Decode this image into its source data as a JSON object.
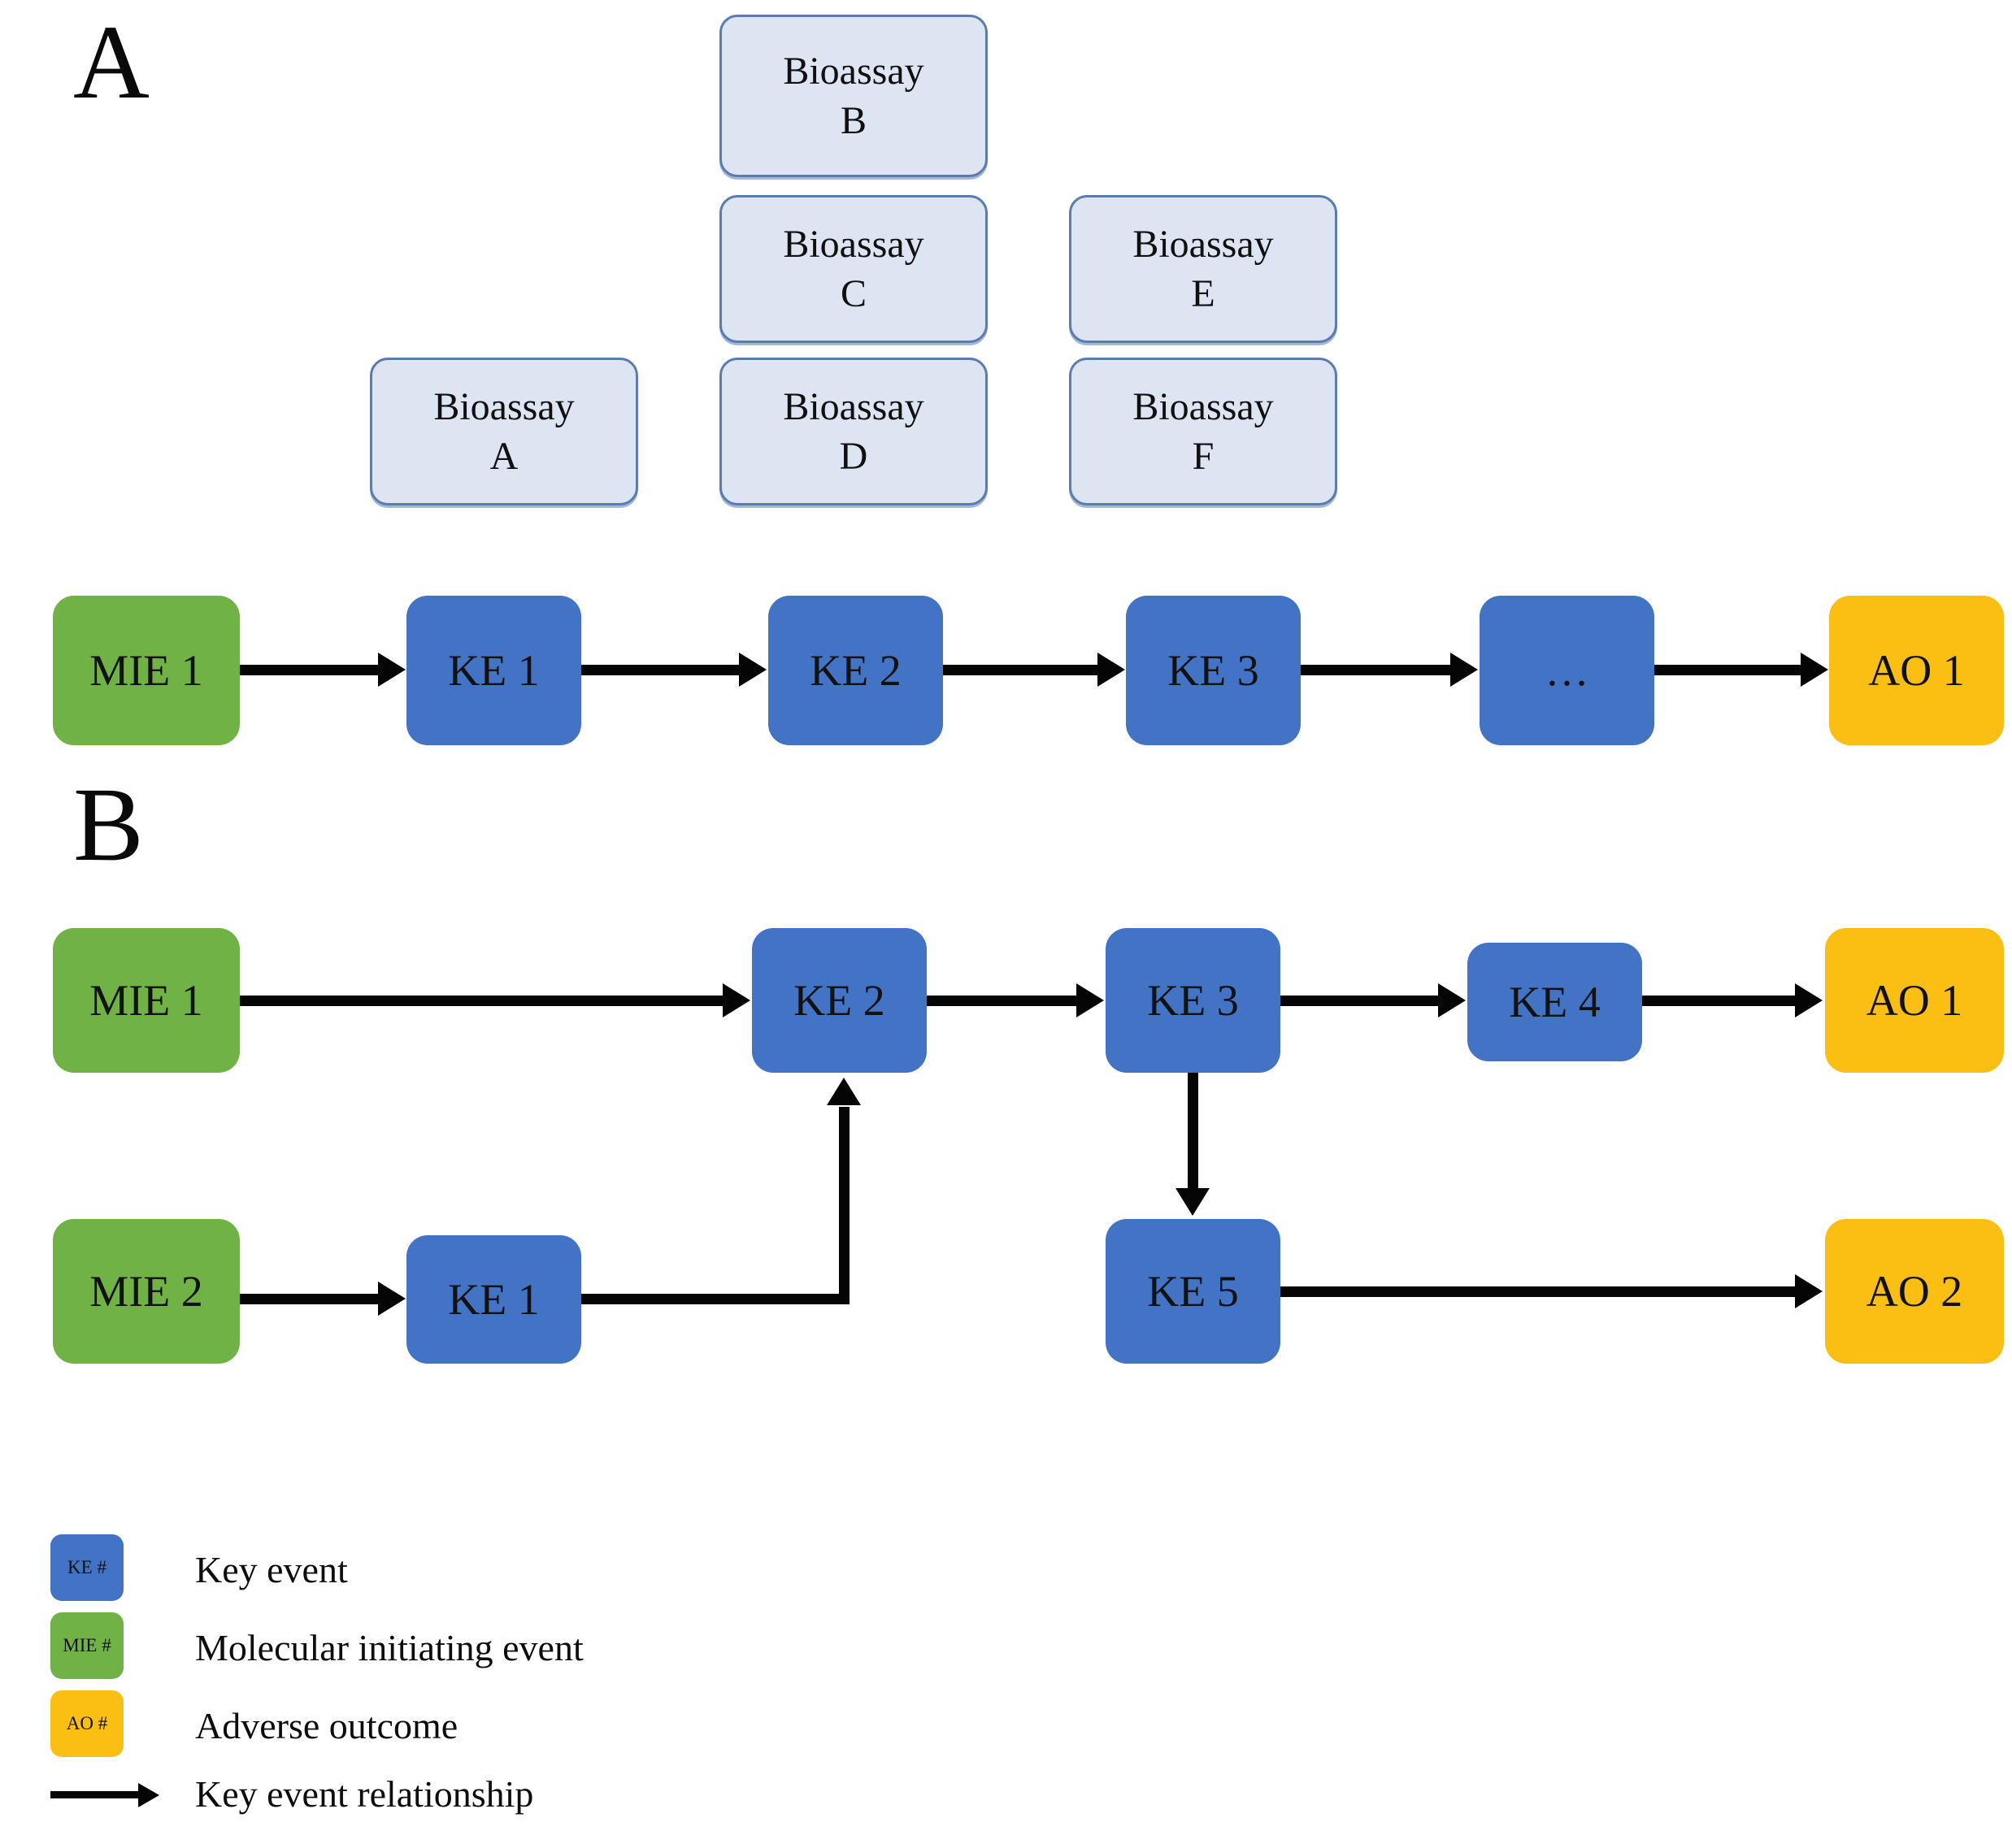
{
  "figure": {
    "panels": [
      {
        "id": "A",
        "letter": "A"
      },
      {
        "id": "B",
        "letter": "B"
      }
    ]
  },
  "panel_a": {
    "letter": "A",
    "bioassays": [
      {
        "id": "a",
        "line1": "Bioassay",
        "line2": "A"
      },
      {
        "id": "b",
        "line1": "Bioassay",
        "line2": "B"
      },
      {
        "id": "c",
        "line1": "Bioassay",
        "line2": "C"
      },
      {
        "id": "d",
        "line1": "Bioassay",
        "line2": "D"
      },
      {
        "id": "e",
        "line1": "Bioassay",
        "line2": "E"
      },
      {
        "id": "f",
        "line1": "Bioassay",
        "line2": "F"
      }
    ],
    "nodes": [
      {
        "id": "mie1",
        "label": "MIE 1",
        "type": "mie"
      },
      {
        "id": "ke1",
        "label": "KE 1",
        "type": "ke"
      },
      {
        "id": "ke2",
        "label": "KE 2",
        "type": "ke"
      },
      {
        "id": "ke3",
        "label": "KE 3",
        "type": "ke"
      },
      {
        "id": "more",
        "label": "…",
        "type": "ke"
      },
      {
        "id": "ao1",
        "label": "AO 1",
        "type": "ao"
      }
    ]
  },
  "panel_b": {
    "letter": "B",
    "nodes": [
      {
        "id": "mie1",
        "label": "MIE 1",
        "type": "mie"
      },
      {
        "id": "ke2",
        "label": "KE 2",
        "type": "ke"
      },
      {
        "id": "ke3",
        "label": "KE 3",
        "type": "ke"
      },
      {
        "id": "ke4",
        "label": "KE 4",
        "type": "ke"
      },
      {
        "id": "ao1",
        "label": "AO 1",
        "type": "ao"
      },
      {
        "id": "mie2",
        "label": "MIE 2",
        "type": "mie"
      },
      {
        "id": "ke1",
        "label": "KE 1",
        "type": "ke"
      },
      {
        "id": "ke5",
        "label": "KE 5",
        "type": "ke"
      },
      {
        "id": "ao2",
        "label": "AO 2",
        "type": "ao"
      }
    ]
  },
  "legend": {
    "items": [
      {
        "id": "ke",
        "swatch": "KE #",
        "label": "Key event"
      },
      {
        "id": "mie",
        "swatch": "MIE #",
        "label": "Molecular initiating event"
      },
      {
        "id": "ao",
        "swatch": "AO #",
        "label": "Adverse outcome"
      },
      {
        "id": "ker",
        "swatch": "",
        "label": "Key event relationship"
      }
    ]
  },
  "colors": {
    "key_event": "#4273c5",
    "molecular_initiating_event": "#70b245",
    "adverse_outcome": "#fbbe12",
    "bioassay_fill": "#dde5f3",
    "bioassay_border": "#5b7cb0",
    "connector": "#050505"
  }
}
